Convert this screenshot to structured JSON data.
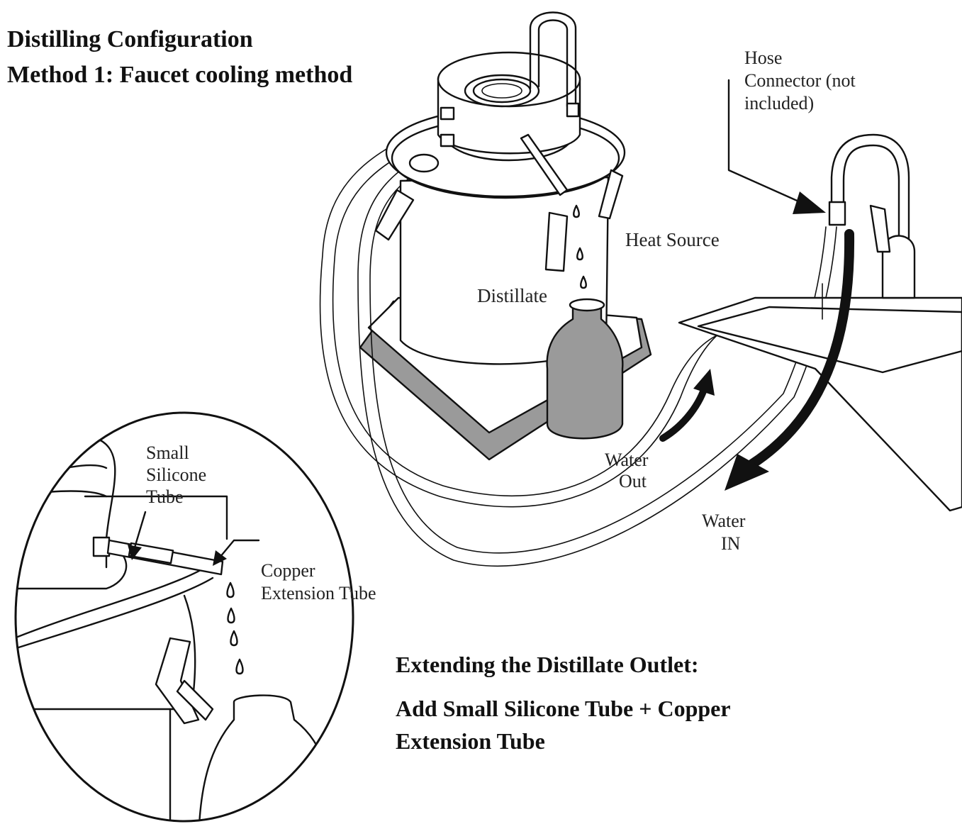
{
  "title": {
    "line1": "Distilling Configuration",
    "line2": "Method 1: Faucet cooling method"
  },
  "labels": {
    "hose_connector": [
      "Hose",
      "Connector (not",
      "included)"
    ],
    "heat_source": "Heat Source",
    "distillate": "Distillate",
    "water_out": [
      "Water",
      "Out"
    ],
    "water_in": [
      "Water",
      "IN"
    ],
    "small_silicone_tube": [
      "Small",
      "Silicone",
      "Tube"
    ],
    "copper_extension_tube": [
      "Copper",
      "Extension Tube"
    ]
  },
  "caption": {
    "heading": "Extending the Distillate Outlet:",
    "line1": "Add Small Silicone Tube + Copper",
    "line2": "Extension Tube"
  }
}
